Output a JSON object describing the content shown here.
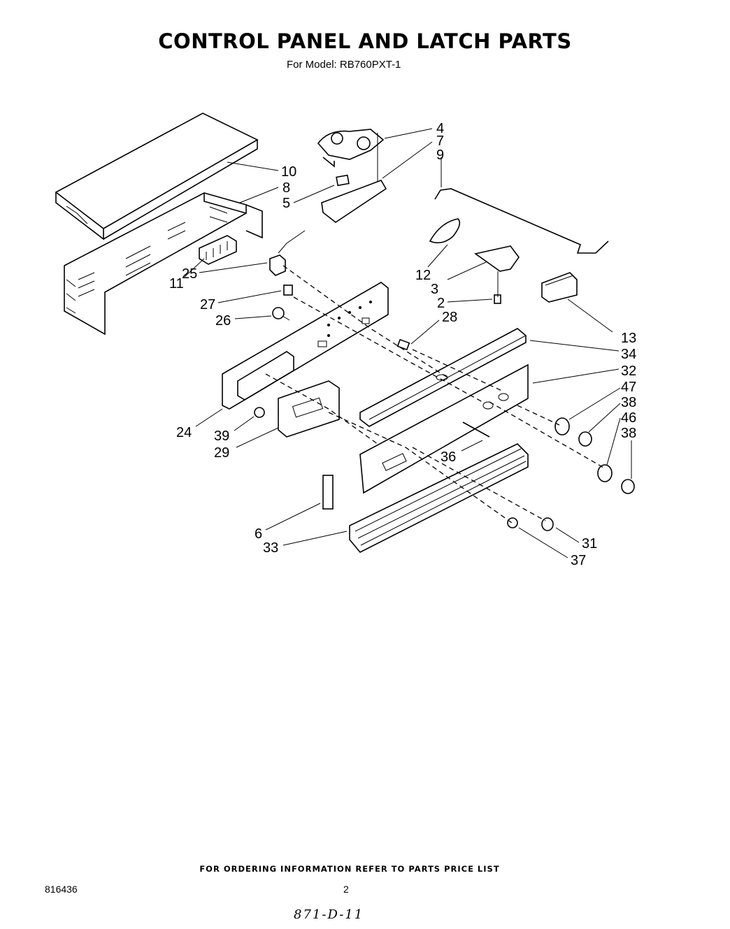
{
  "header": {
    "title": "CONTROL PANEL AND LATCH PARTS",
    "subtitle": "For Model: RB760PXT-1"
  },
  "callouts": [
    "4",
    "7",
    "9",
    "10",
    "8",
    "5",
    "11",
    "25",
    "27",
    "26",
    "12",
    "3",
    "2",
    "13",
    "28",
    "34",
    "32",
    "47",
    "38",
    "46",
    "38",
    "24",
    "39",
    "29",
    "36",
    "6",
    "33",
    "31",
    "37"
  ],
  "footer": {
    "ordering_note": "FOR ORDERING INFORMATION REFER TO PARTS PRICE LIST",
    "doc_number": "816436",
    "page_number": "2",
    "handwritten": "871-D-11"
  }
}
